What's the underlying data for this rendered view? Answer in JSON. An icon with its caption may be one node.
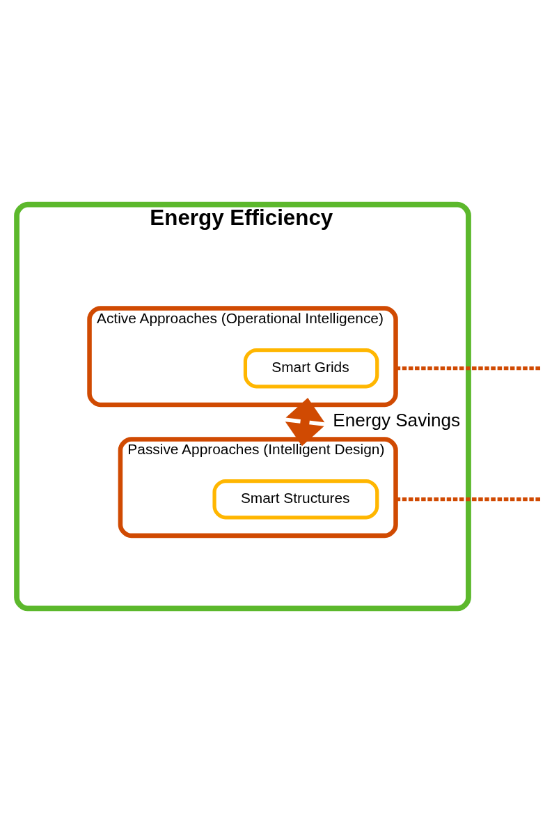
{
  "diagram": {
    "nodes": [
      {
        "text": [
          "Energy Efficiency"
        ]
      },
      {
        "text": [
          "Active Approaches (Operational Intelligence)"
        ],
        "in": 0
      },
      {
        "text": [
          "Smart Grids"
        ],
        "in": 1
      },
      {
        "text": [
          "Passive Approaches (Intelligent Design)"
        ],
        "in": 0
      },
      {
        "text": [
          "Smart Structures"
        ],
        "in": 3
      }
    ],
    "edges": [
      {
        "from": 1,
        "to": 3,
        "arrow": "both",
        "label": "Energy Savings",
        "style": "thick"
      },
      {
        "from": 1,
        "to": null,
        "arrow": "none",
        "style": "dashed"
      },
      {
        "from": 3,
        "to": null,
        "arrow": "none",
        "style": "dashed"
      }
    ]
  }
}
